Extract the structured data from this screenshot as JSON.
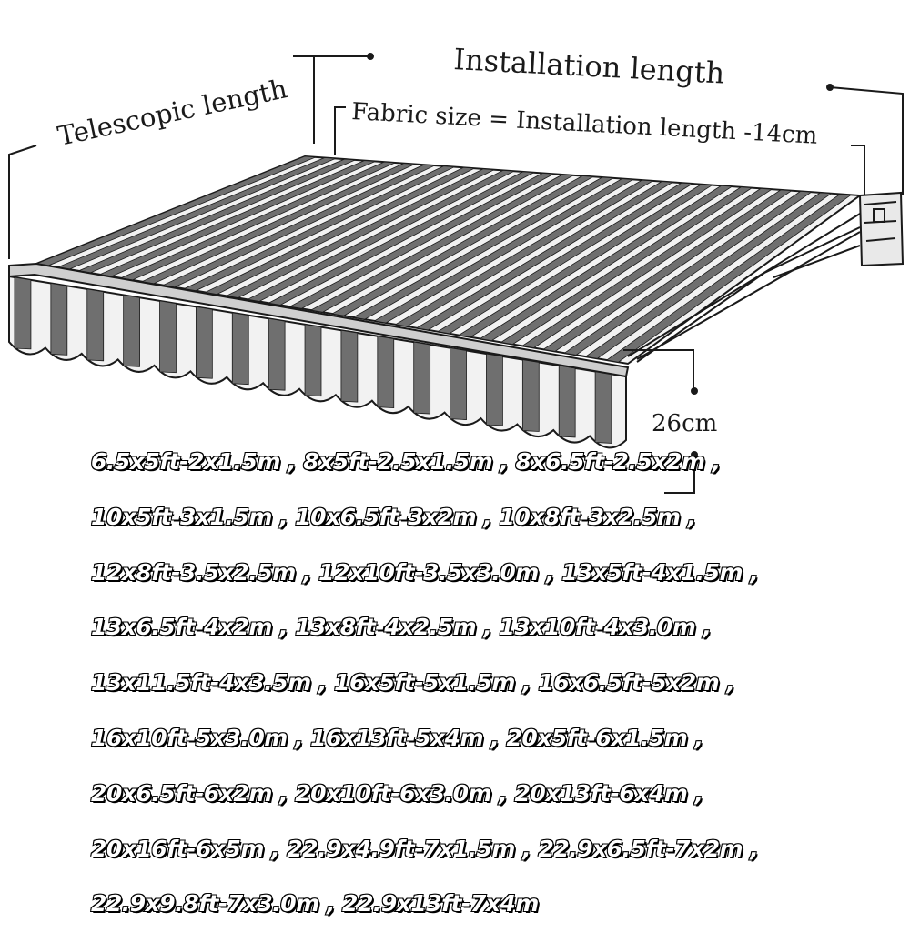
{
  "labels": {
    "installation_length": "Installation length",
    "telescopic_length": "Telescopic length",
    "fabric_size": "Fabric size = Installation length -14cm",
    "valance_height": "26cm"
  },
  "size_lines": [
    "6.5x5ft-2x1.5m , 8x5ft-2.5x1.5m , 8x6.5ft-2.5x2m ,",
    "10x5ft-3x1.5m , 10x6.5ft-3x2m , 10x8ft-3x2.5m ,",
    "12x8ft-3.5x2.5m , 12x10ft-3.5x3.0m , 13x5ft-4x1.5m ,",
    "13x6.5ft-4x2m , 13x8ft-4x2.5m , 13x10ft-4x3.0m ,",
    "13x11.5ft-4x3.5m , 16x5ft-5x1.5m , 16x6.5ft-5x2m ,",
    "16x10ft-5x3.0m , 16x13ft-5x4m , 20x5ft-6x1.5m ,",
    "20x6.5ft-6x2m , 20x10ft-6x3.0m , 20x13ft-6x4m ,",
    "20x16ft-6x5m , 22.9x4.9ft-7x1.5m , 22.9x6.5ft-7x2m ,",
    "22.9x9.8ft-7x3.0m , 22.9x13ft-7x4m"
  ],
  "colors": {
    "line": "#1a1a1a",
    "stripe_dark": "#6f6f6f",
    "stripe_light": "#f2f2f2",
    "text_outline": "#000000"
  }
}
